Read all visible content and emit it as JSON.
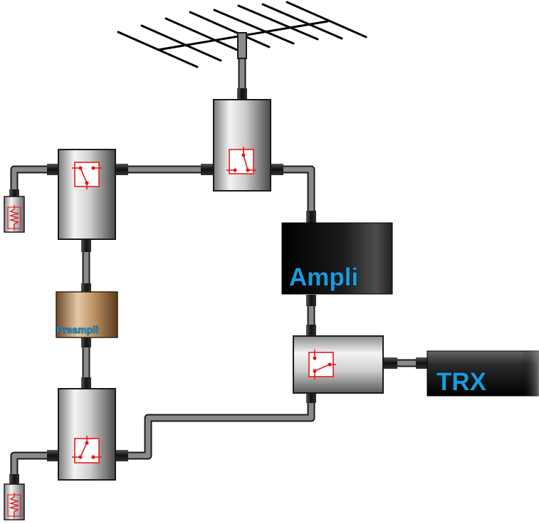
{
  "labels": {
    "ampli": "Ampli",
    "trx": "TRX",
    "preampli": "Preampli"
  },
  "colors": {
    "label_blue": "#1a9be0",
    "switch_red": "#e81a1a",
    "cable_gray": "#8a8a8a"
  }
}
